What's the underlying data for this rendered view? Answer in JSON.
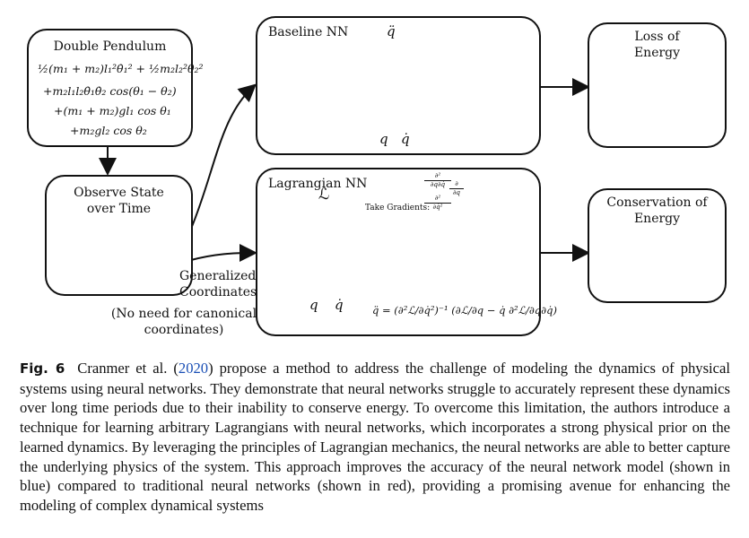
{
  "boxes": {
    "double_pendulum": {
      "title": "Double Pendulum",
      "eq_lines": [
        "½(m₁ + m₂)l₁²θ̇₁² + ½m₂l₂²θ̇₂²",
        "+m₂l₁l₂θ̇₁θ̇₂ cos(θ₁ − θ₂)",
        "+(m₁ + m₂)gl₁ cos θ₁",
        "+m₂gl₂ cos θ₂"
      ]
    },
    "observe": {
      "title_line1": "Observe State",
      "title_line2": "over Time"
    },
    "baseline": {
      "title": "Baseline NN",
      "output": "q̈",
      "input1": "q",
      "input2": "q̇"
    },
    "lagrangian": {
      "title": "Lagrangian NN",
      "output": "ℒ",
      "input1": "q",
      "input2": "q̇",
      "take_gradients": "Take Gradients:",
      "grad_top_num": "∂²",
      "grad_top_den": "∂q∂q̇",
      "grad_mid_num": "∂",
      "grad_mid_den": "∂q",
      "grad_bot_num": "∂²",
      "grad_bot_den": "∂q̇²",
      "equation": "q̈ = (∂²ℒ/∂q̇²)⁻¹ (∂ℒ/∂q − q̇ ∂²ℒ/∂q∂q̇)"
    },
    "loss": {
      "title_line1": "Loss of",
      "title_line2": "Energy"
    },
    "conservation": {
      "title_line1": "Conservation of",
      "title_line2": "Energy"
    }
  },
  "annotations": {
    "generalized_line1": "Generalized",
    "generalized_line2": "Coordinates",
    "no_need_line1": "(No need for canonical",
    "no_need_line2": "coordinates)"
  },
  "caption": {
    "fig_label": "Fig. 6",
    "author": "Cranmer et al.",
    "year_open": "(",
    "year": "2020",
    "year_close": ")",
    "text": " propose a method to address the challenge of modeling the dynamics of physical systems using neural networks. They demonstrate that neural networks struggle to accurately represent these dynamics over long time periods due to their inability to conserve energy. To overcome this limitation, the authors introduce a technique for learning arbitrary Lagrangians with neural networks, which incorporates a strong physical prior on the learned dynamics. By leveraging the principles of Lagrangian mechanics, the neural networks are able to better capture the underlying physics of the system. This approach improves the accuracy of the neural network model (shown in blue) compared to traditional neural networks (shown in red), providing a promising avenue for enhancing the modeling of complex dynamical systems"
  },
  "colors": {
    "loss_traces": "#e5232b",
    "conservation_traces": "#2b2fd6",
    "observe_traces": "#222222",
    "link": "#1a4fb5"
  }
}
